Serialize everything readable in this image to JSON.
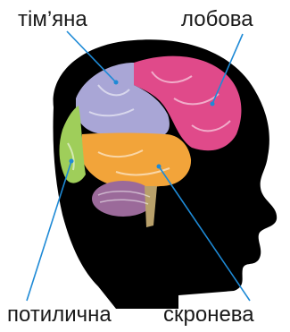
{
  "labels": {
    "parietal": "тім’яна",
    "frontal": "лобова",
    "occipital": "потилична",
    "temporal": "скронева"
  },
  "colors": {
    "silhouette": "#000000",
    "frontal_lobe": "#e04a8a",
    "parietal_lobe": "#a9a6d6",
    "temporal_lobe": "#f2a43a",
    "occipital_lobe": "#9fce5a",
    "cerebellum": "#9b6a9a",
    "brainstem": "#b8a06a",
    "pointer_line": "#1e8ad6"
  }
}
